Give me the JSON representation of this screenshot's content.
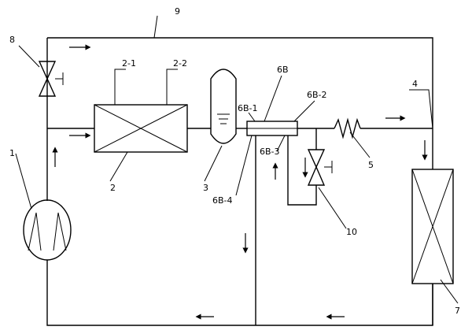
{
  "labels": {
    "l1": "1",
    "l2": "2",
    "l2_1": "2-1",
    "l2_2": "2-2",
    "l3": "3",
    "l4": "4",
    "l5": "5",
    "l6b": "6B",
    "l6b_1": "6B-1",
    "l6b_2": "6B-2",
    "l6b_3": "6B-3",
    "l6b_4": "6B-4",
    "l7": "7",
    "l8": "8",
    "l9": "9",
    "l10": "10"
  },
  "components": {
    "compressor": "compressor",
    "condenser": "condenser",
    "receiver": "liquid receiver",
    "heat_exchanger": "heat exchanger",
    "capillary": "capillary",
    "evaporator": "evaporator",
    "bypass_valve": "bypass solenoid valve",
    "return_valve": "solenoid valve"
  }
}
